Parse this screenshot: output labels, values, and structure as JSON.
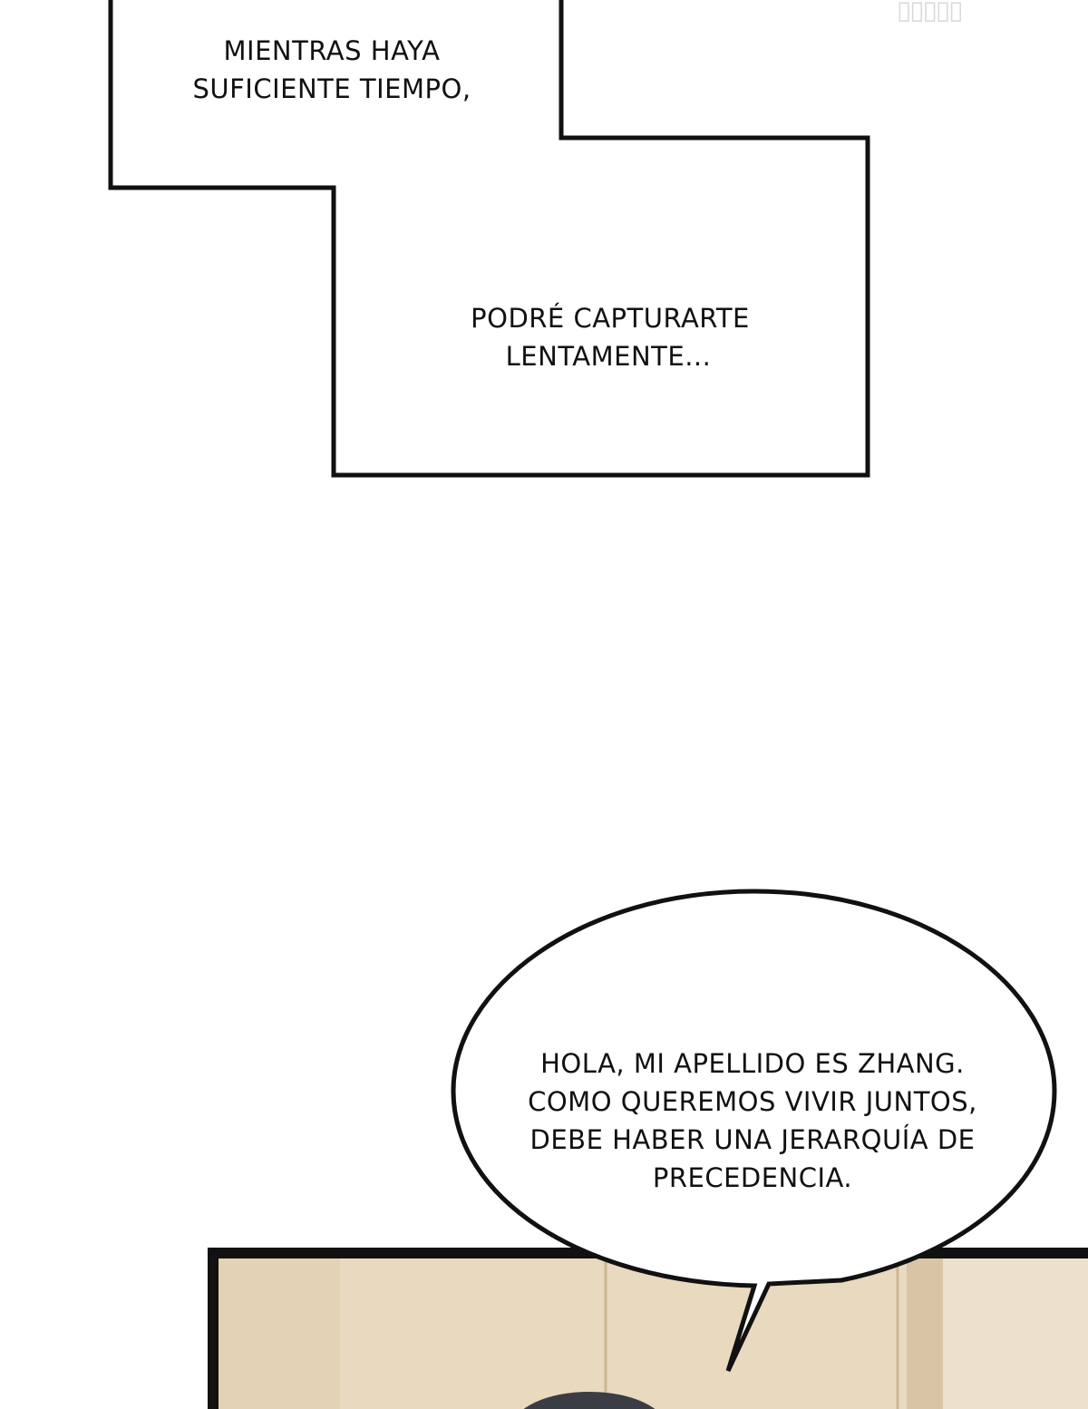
{
  "watermark": {
    "logo_name": "publisher-logo"
  },
  "narration_box": {
    "line1": "MIENTRAS HAYA",
    "line2": "SUFICIENTE TIEMPO,",
    "line3": "PODRÉ CAPTURARTE",
    "line4": "LENTAMENTE..."
  },
  "speech_bubble": {
    "line1": "HOLA, MI APELLIDO ES ZHANG.",
    "line2": "COMO QUEREMOS VIVIR JUNTOS,",
    "line3": "DEBE HABER UNA JERARQUÍA DE",
    "line4": "PRECEDENCIA."
  },
  "colors": {
    "background": "#ffffff",
    "ink": "#111111",
    "panel_wall": "#e9d9bf",
    "panel_wall_shadow": "#d9c5a6",
    "panel_door": "#ede1cc",
    "hair": "#3a3d44"
  }
}
